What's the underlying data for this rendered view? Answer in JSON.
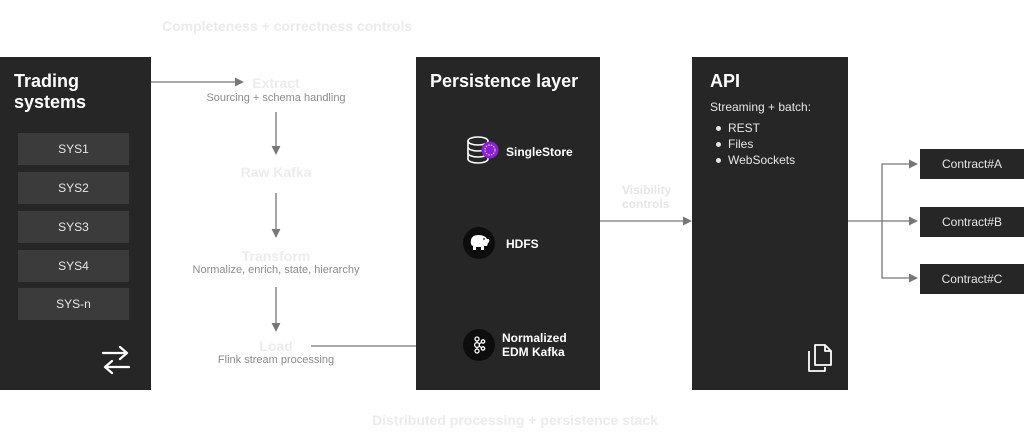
{
  "top_caption": "Completeness + correctness controls",
  "bottom_caption": "Distributed processing + persistence stack",
  "trading": {
    "title_line1": "Trading",
    "title_line2": "systems",
    "systems": [
      "SYS1",
      "SYS2",
      "SYS3",
      "SYS4",
      "SYS-n"
    ],
    "icon": "swap-arrows-icon"
  },
  "pipeline": {
    "stages": [
      {
        "title": "Extract",
        "subtitle": "Sourcing + schema handling"
      },
      {
        "title": "Raw Kafka",
        "subtitle": ""
      },
      {
        "title": "Transform",
        "subtitle": "Normalize, enrich, state, hierarchy"
      },
      {
        "title": "Load",
        "subtitle": "Flink stream processing"
      }
    ]
  },
  "persistence": {
    "title": "Persistence layer",
    "stores": [
      {
        "label_line1": "SingleStore",
        "label_line2": "",
        "icon": "singlestore-icon"
      },
      {
        "label_line1": "HDFS",
        "label_line2": "",
        "icon": "hdfs-elephant-icon"
      },
      {
        "label_line1": "Normalized",
        "label_line2": "EDM Kafka",
        "icon": "kafka-icon"
      }
    ]
  },
  "visibility": {
    "line1": "Visibility",
    "line2": "controls"
  },
  "api": {
    "title": "API",
    "subtitle": "Streaming + batch:",
    "items": [
      "REST",
      "Files",
      "WebSockets"
    ],
    "icon": "copy-documents-icon"
  },
  "contracts": [
    "Contract#A",
    "Contract#B",
    "Contract#C"
  ],
  "colors": {
    "panel": "#262626",
    "item": "#3b3b3b",
    "line": "#777777",
    "faint": "#ebebeb"
  }
}
